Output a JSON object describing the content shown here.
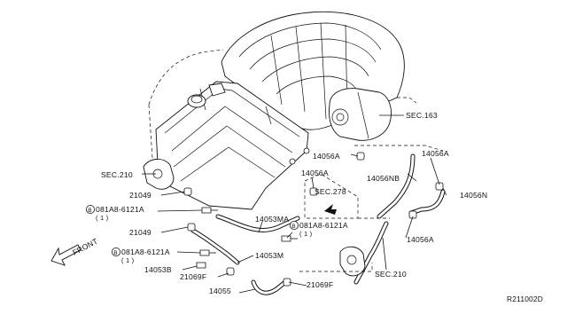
{
  "labels": {
    "sec163": "SEC.163",
    "sec210_left": "SEC.210",
    "sec210_right": "SEC.210",
    "sec278": "SEC.278",
    "p14056A_1": "14056A",
    "p14056A_2": "14056A",
    "p14056A_3": "14056A",
    "p14056A_4": "14056A",
    "p14056NB": "14056NB",
    "p14056N": "14056N",
    "p21049_1": "21049",
    "p21049_2": "21049",
    "p14053MA": "14053MA",
    "p14053M": "14053M",
    "p14053B": "14053B",
    "p21069F_1": "21069F",
    "p21069F_2": "21069F",
    "p14055": "14055",
    "bolt1": "081A8-6121A",
    "bolt1_qty": "( 1 )",
    "bolt2": "081A8-6121A",
    "bolt2_qty": "( 1 )",
    "bolt3": "081A8-6121A",
    "bolt3_qty": "( 1 )",
    "b_marker": "B",
    "front": "FRONT",
    "ref_code": "R211002D"
  }
}
